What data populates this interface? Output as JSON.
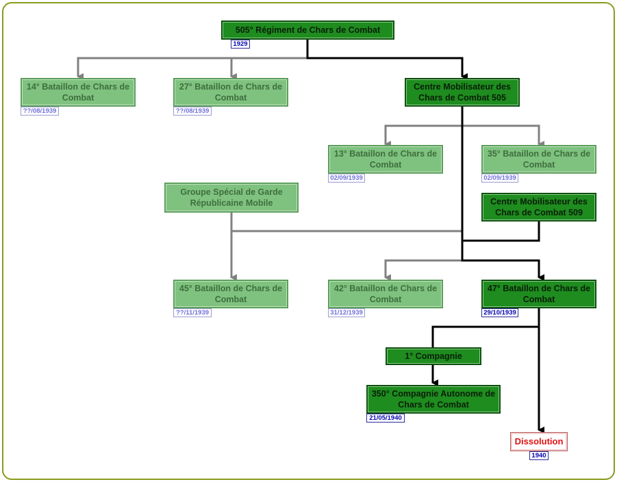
{
  "nodes": {
    "r505": {
      "label": "505° Régiment de Chars de Combat",
      "date": "1929"
    },
    "b14": {
      "label": "14° Bataillon de Chars de Combat",
      "date": "??/08/1939"
    },
    "b27": {
      "label": "27° Bataillon de Chars de Combat",
      "date": "??/08/1939"
    },
    "cm505": {
      "label": "Centre Mobilisateur des Chars de Combat 505"
    },
    "b13": {
      "label": "13° Bataillon de Chars de Combat",
      "date": "02/09/1939"
    },
    "b35": {
      "label": "35° Bataillon de Chars de Combat",
      "date": "02/09/1939"
    },
    "gsgrm": {
      "label": "Groupe Spécial de Garde Républicaine Mobile"
    },
    "cm509": {
      "label": "Centre Mobilisateur des Chars de Combat 509"
    },
    "b45": {
      "label": "45° Bataillon de Chars de Combat",
      "date": "??/11/1939"
    },
    "b42": {
      "label": "42° Bataillon de Chars de Combat",
      "date": "31/12/1939"
    },
    "b47": {
      "label": "47° Bataillon de Chars de Combat",
      "date": "29/10/1939"
    },
    "c1": {
      "label": "1° Compagnie"
    },
    "c350": {
      "label": "350° Compagnie Autonome de Chars de Combat",
      "date": "21/05/1940"
    },
    "dissolution": {
      "label": "Dissolution",
      "date": "1940"
    }
  },
  "colors": {
    "active": "#1e8c1e",
    "inactive": "#7fc27f",
    "frame": "#8a9a1a",
    "dissolution": "#e01010"
  }
}
